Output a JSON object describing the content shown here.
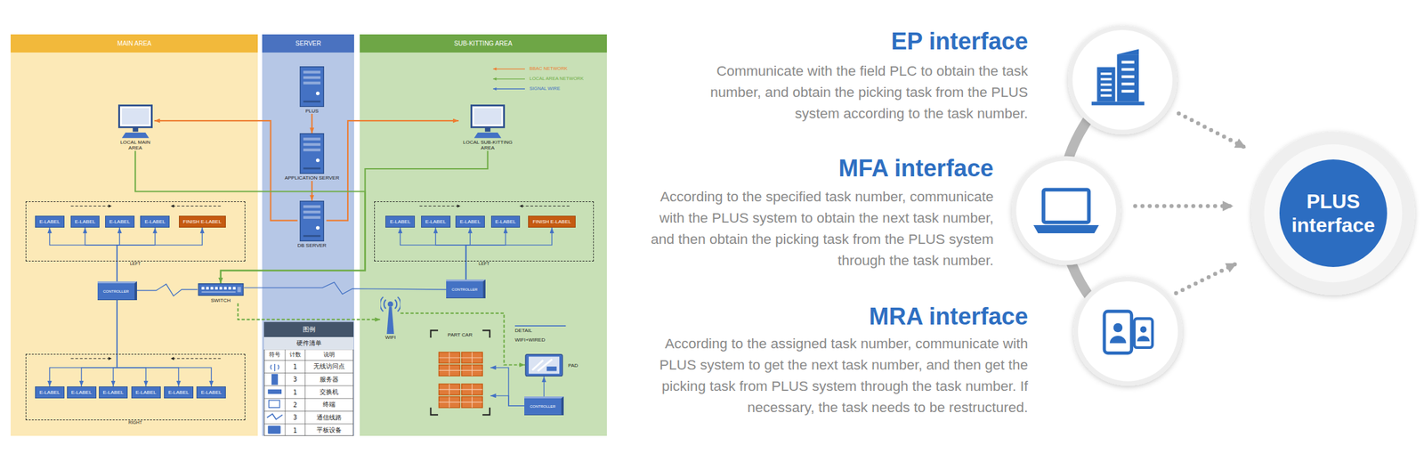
{
  "diagram": {
    "nodes": [
      {
        "text": [
          "MAIN AREA"
        ]
      },
      {
        "text": [
          "SERVER"
        ]
      },
      {
        "text": [
          "SUB-KITTING AREA"
        ]
      },
      {
        "text": [
          "PLUS"
        ],
        "in": 1
      },
      {
        "text": [
          "APPLICATION SERVER"
        ],
        "in": 1
      },
      {
        "text": [
          "DB SERVER"
        ],
        "in": 1
      },
      {
        "text": [
          "LOCAL MAIN AREA"
        ],
        "in": 0
      },
      {
        "text": [
          "LOCAL SUB-KITTING AREA"
        ],
        "in": 2
      },
      {
        "text": [
          "LEFT"
        ],
        "in": 0
      },
      {
        "text": [
          "E-LABEL"
        ],
        "in": 8
      },
      {
        "text": [
          "E-LABEL"
        ],
        "in": 8
      },
      {
        "text": [
          "E-LABEL"
        ],
        "in": 8
      },
      {
        "text": [
          "E-LABEL"
        ],
        "in": 8
      },
      {
        "text": [
          "FINISH E-LABEL"
        ],
        "in": 8
      },
      {
        "text": [
          "RIGHT"
        ],
        "in": 0
      },
      {
        "text": [
          "E-LABEL"
        ],
        "in": 14
      },
      {
        "text": [
          "E-LABEL"
        ],
        "in": 14
      },
      {
        "text": [
          "E-LABEL"
        ],
        "in": 14
      },
      {
        "text": [
          "E-LABEL"
        ],
        "in": 14
      },
      {
        "text": [
          "E-LABEL"
        ],
        "in": 14
      },
      {
        "text": [
          "E-LABEL"
        ],
        "in": 14
      },
      {
        "text": [
          "CONTROLLER"
        ],
        "in": 0
      },
      {
        "text": [
          "SWITCH"
        ]
      },
      {
        "text": [
          "LEFT"
        ],
        "in": 2
      },
      {
        "text": [
          "E-LABEL"
        ],
        "in": 23
      },
      {
        "text": [
          "E-LABEL"
        ],
        "in": 23
      },
      {
        "text": [
          "E-LABEL"
        ],
        "in": 23
      },
      {
        "text": [
          "E-LABEL"
        ],
        "in": 23
      },
      {
        "text": [
          "FINISH E-LABEL"
        ],
        "in": 23
      },
      {
        "text": [
          "CONTROLLER"
        ],
        "in": 2
      },
      {
        "text": [
          "WIFI"
        ],
        "in": 2
      },
      {
        "text": [
          "PART CAR"
        ],
        "in": 2
      },
      {
        "text": [
          "PAD"
        ],
        "in": 2
      },
      {
        "text": [
          "CONTROLLER"
        ],
        "in": 2
      },
      {
        "text": [
          "PLUS interface"
        ]
      }
    ],
    "edges": [
      {
        "from": 3,
        "to": 4,
        "arrow": "to"
      },
      {
        "from": 4,
        "to": 5,
        "arrow": "to"
      },
      {
        "from": 5,
        "to": 6,
        "arrow": "to"
      },
      {
        "from": 5,
        "to": 7,
        "arrow": "to"
      },
      {
        "from": 6,
        "to": 22,
        "arrow": "to"
      },
      {
        "from": 7,
        "to": 22,
        "arrow": "to"
      },
      {
        "from": 22,
        "to": 30,
        "arrow": "to"
      },
      {
        "from": 30,
        "to": 32,
        "arrow": "to"
      },
      {
        "from": 21,
        "to": 22,
        "arrow": "none"
      },
      {
        "from": 22,
        "to": 29,
        "arrow": "none"
      },
      {
        "from": 21,
        "to": 9,
        "arrow": "to"
      },
      {
        "from": 21,
        "to": 10,
        "arrow": "to"
      },
      {
        "from": 21,
        "to": 11,
        "arrow": "to"
      },
      {
        "from": 21,
        "to": 12,
        "arrow": "to"
      },
      {
        "from": 21,
        "to": 13,
        "arrow": "to"
      },
      {
        "from": 21,
        "to": 15,
        "arrow": "to"
      },
      {
        "from": 21,
        "to": 16,
        "arrow": "to"
      },
      {
        "from": 21,
        "to": 17,
        "arrow": "to"
      },
      {
        "from": 21,
        "to": 18,
        "arrow": "to"
      },
      {
        "from": 21,
        "to": 19,
        "arrow": "to"
      },
      {
        "from": 21,
        "to": 20,
        "arrow": "to"
      },
      {
        "from": 29,
        "to": 24,
        "arrow": "to"
      },
      {
        "from": 29,
        "to": 25,
        "arrow": "to"
      },
      {
        "from": 29,
        "to": 26,
        "arrow": "to"
      },
      {
        "from": 29,
        "to": 27,
        "arrow": "to"
      },
      {
        "from": 29,
        "to": 28,
        "arrow": "to"
      },
      {
        "from": 33,
        "to": 32,
        "arrow": "to"
      },
      {
        "from": 33,
        "to": 31,
        "arrow": "to"
      },
      {
        "from": 33,
        "to": 31,
        "arrow": "to"
      }
    ],
    "labels": [
      "DETAIL",
      "WIFI+WIRED",
      "图例",
      "硬件清单",
      "符号",
      "计数",
      "说明",
      "1",
      "无线访问点",
      "3",
      "服务器",
      "1",
      "交换机",
      "2",
      "终端",
      "3",
      "通信线路",
      "1",
      "平板设备",
      "EP interface",
      "Communicate with the field PLC to obtain the task number, and obtain the picking task from the PLUS system according to the task number.",
      "MFA interface",
      "According to the specified task number, communicate with the PLUS system to obtain the next task number, and then obtain the picking task from the PLUS system through the task number.",
      "MRA interface",
      "According to the assigned task number, communicate with PLUS system to get the next task number, and then get the picking task from PLUS system through the task number. If necessary, the task needs to be restructured."
    ],
    "legend": [
      {
        "text": "BBAC NETWORK"
      },
      {
        "text": "LOCAL AREA NETWORK"
      },
      {
        "text": "SIGNAL WIRE"
      }
    ]
  }
}
